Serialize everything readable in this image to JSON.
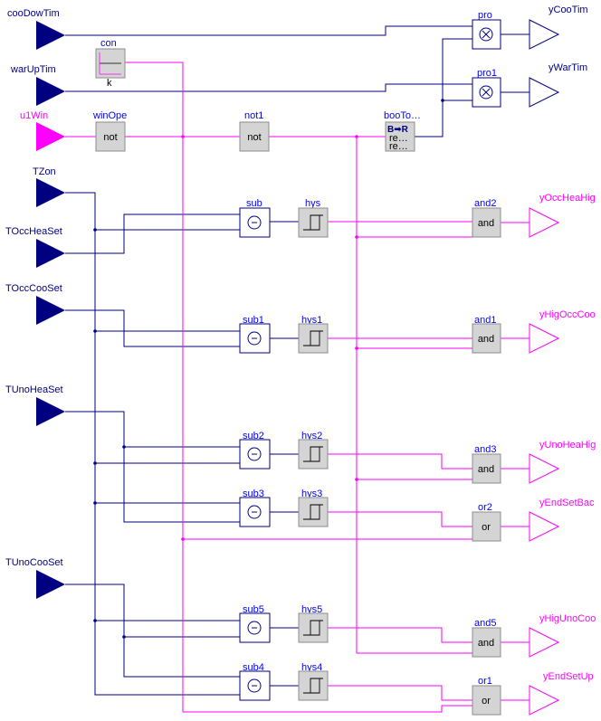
{
  "inputs": {
    "cooDowTim": "cooDowTim",
    "warUpTim": "warUpTim",
    "u1Win": "u1Win",
    "TZon": "TZon",
    "TOccHeaSet": "TOccHeaSet",
    "TOccCooSet": "TOccCooSet",
    "TUnoHeaSet": "TUnoHeaSet",
    "TUnoCooSet": "TUnoCooSet"
  },
  "outputs": {
    "yCooTim": "yCooTim",
    "yWarTim": "yWarTim",
    "yOccHeaHig": "yOccHeaHig",
    "yHigOccCoo": "yHigOccCoo",
    "yUnoHeaHig": "yUnoHeaHig",
    "yEndSetBac": "yEndSetBac",
    "yHigUnoCoo": "yHigUnoCoo",
    "yEndSetUp": "yEndSetUp"
  },
  "blocks": {
    "con": {
      "name": "con",
      "param": "k"
    },
    "pro": {
      "name": "pro"
    },
    "pro1": {
      "name": "pro1"
    },
    "winOpe": {
      "name": "winOpe",
      "text": "not"
    },
    "not1": {
      "name": "not1",
      "text": "not"
    },
    "booTo": {
      "name": "booTo…",
      "icon": "B➡R",
      "line1": "re…",
      "line2": "re…"
    },
    "sub": {
      "name": "sub"
    },
    "sub1": {
      "name": "sub1"
    },
    "sub2": {
      "name": "sub2"
    },
    "sub3": {
      "name": "sub3"
    },
    "sub4": {
      "name": "sub4"
    },
    "sub5": {
      "name": "sub5"
    },
    "hys": {
      "name": "hys"
    },
    "hys1": {
      "name": "hys1"
    },
    "hys2": {
      "name": "hys2"
    },
    "hys3": {
      "name": "hys3"
    },
    "hys4": {
      "name": "hys4"
    },
    "hys5": {
      "name": "hys5"
    },
    "and2": {
      "name": "and2",
      "text": "and"
    },
    "and1": {
      "name": "and1",
      "text": "and"
    },
    "and3": {
      "name": "and3",
      "text": "and"
    },
    "or2": {
      "name": "or2",
      "text": "or"
    },
    "and5": {
      "name": "and5",
      "text": "and"
    },
    "or1": {
      "name": "or1",
      "text": "or"
    }
  },
  "colors": {
    "real_signal": "#000080",
    "boolean_signal": "#ff00ff",
    "block_fill": "#d4d4d4",
    "block_label": "#0000ff"
  }
}
